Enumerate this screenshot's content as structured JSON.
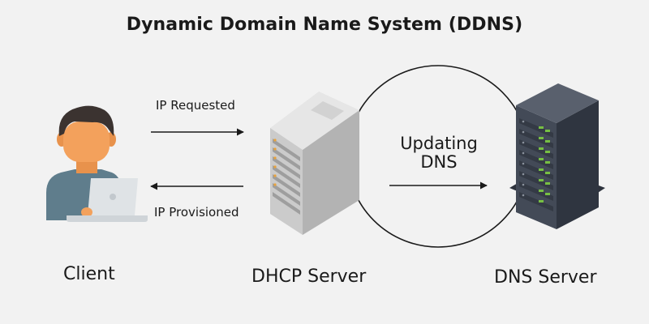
{
  "diagram": {
    "title": "Dynamic Domain Name System (DDNS)",
    "nodes": {
      "client": {
        "label": "Client",
        "icon": "person-with-laptop-icon"
      },
      "dhcp": {
        "label": "DHCP Server",
        "icon": "server-tower-icon"
      },
      "dns": {
        "label": "DNS Server",
        "icon": "server-rack-icon"
      }
    },
    "edges": {
      "request": {
        "label": "IP Requested",
        "from": "Client",
        "to": "DHCP Server"
      },
      "provision": {
        "label": "IP Provisioned",
        "from": "DHCP Server",
        "to": "Client"
      },
      "update": {
        "label_line1": "Updating",
        "label_line2": "DNS",
        "from": "DHCP Server",
        "to": "DNS Server"
      }
    },
    "colors": {
      "background": "#f2f2f2",
      "text": "#1a1a1a",
      "skin": "#f3a15c",
      "hair": "#3b3330",
      "shirt": "#5f7d8c",
      "laptop": "#dfe3e6",
      "dhcp_server": "#c8c8c8",
      "dns_server": "#3d4350",
      "led_green": "#77c043"
    }
  }
}
